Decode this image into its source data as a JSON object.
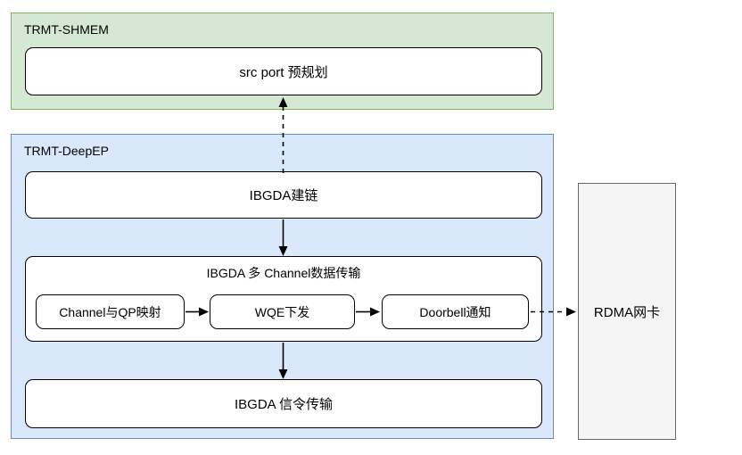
{
  "diagram": {
    "groups": [
      {
        "id": "trmt-shmem",
        "label": "TRMT-SHMEM",
        "fill": "#d5e8d4",
        "border": "#82b366"
      },
      {
        "id": "trmt-deepep",
        "label": "TRMT-DeepEP",
        "fill": "#dae8fc",
        "border": "#6c8ebf"
      }
    ],
    "nodes": {
      "src_port": "src port 预规划",
      "ibgda_link": "IBGDA建链",
      "channel_group": "IBGDA 多 Channel数据传输",
      "channel_qp": "Channel与QP映射",
      "wqe": "WQE下发",
      "doorbell": "Doorbell通知",
      "ibgda_signal": "IBGDA 信令传输",
      "rdma_nic": "RDMA网卡"
    },
    "rdma_style": {
      "fill": "#f5f5f5",
      "border": "#666666"
    },
    "edge_color": "#000000",
    "edges": [
      {
        "from": "ibgda_link",
        "to": "src_port",
        "style": "dashed",
        "direction": "up"
      },
      {
        "from": "ibgda_link",
        "to": "channel_group",
        "style": "solid",
        "direction": "down"
      },
      {
        "from": "channel_qp",
        "to": "wqe",
        "style": "solid",
        "direction": "right"
      },
      {
        "from": "wqe",
        "to": "doorbell",
        "style": "solid",
        "direction": "right"
      },
      {
        "from": "doorbell",
        "to": "rdma_nic",
        "style": "dashed",
        "direction": "right"
      },
      {
        "from": "channel_group",
        "to": "ibgda_signal",
        "style": "solid",
        "direction": "down"
      }
    ]
  }
}
